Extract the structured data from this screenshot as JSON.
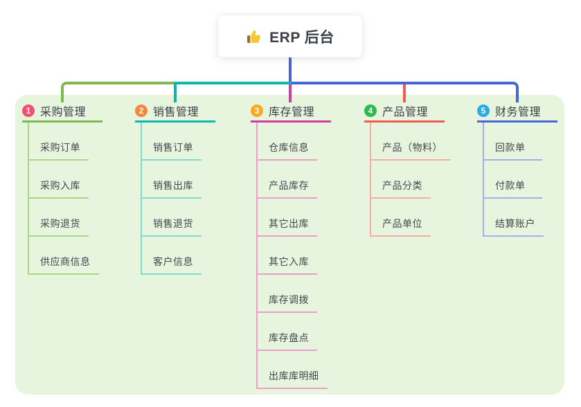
{
  "root": {
    "title": "ERP 后台",
    "icon": "thumbs-up-icon",
    "connector_color": "#4c5fd5"
  },
  "panel": {
    "background": "#e7f5de"
  },
  "branches": [
    {
      "number": "1",
      "title": "采购管理",
      "badge_color": "#ef5170",
      "line_color": "#7cb950",
      "item_line_color": "#aad687",
      "items": [
        "采购订单",
        "采购入库",
        "采购退货",
        "供应商信息"
      ]
    },
    {
      "number": "2",
      "title": "销售管理",
      "badge_color": "#f5873c",
      "line_color": "#10b6ae",
      "item_line_color": "#82d9d0",
      "items": [
        "销售订单",
        "销售出库",
        "销售退货",
        "客户信息"
      ]
    },
    {
      "number": "3",
      "title": "库存管理",
      "badge_color": "#fcaa1b",
      "line_color": "#d23a9d",
      "item_line_color": "#ee9cc8",
      "items": [
        "仓库信息",
        "产品库存",
        "其它出库",
        "其它入库",
        "库存调拨",
        "库存盘点",
        "出库库明细"
      ]
    },
    {
      "number": "4",
      "title": "产品管理",
      "badge_color": "#2bba50",
      "line_color": "#f25a50",
      "item_line_color": "#f8aca6",
      "items": [
        "产品（物料）",
        "产品分类",
        "产品单位"
      ]
    },
    {
      "number": "5",
      "title": "财务管理",
      "badge_color": "#2aabe4",
      "line_color": "#4766d6",
      "item_line_color": "#9fb0ea",
      "items": [
        "回款单",
        "付款单",
        "结算账户"
      ]
    }
  ]
}
